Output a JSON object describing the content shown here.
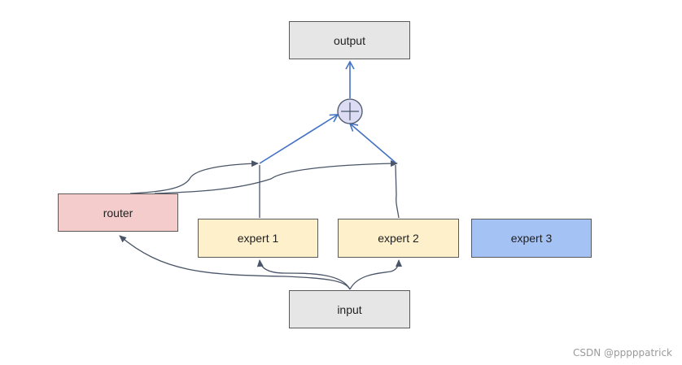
{
  "nodes": {
    "output": "output",
    "router": "router",
    "expert1": "expert 1",
    "expert2": "expert 2",
    "expert3": "expert 3",
    "input": "input"
  },
  "watermark": "CSDN @pppppatrick",
  "colors": {
    "output_fill": "#e6e6e6",
    "input_fill": "#e6e6e6",
    "router_fill": "#f4cccc",
    "expert_fill": "#fff0cc",
    "expert3_fill": "#a4c2f4",
    "gray_arrow": "#4a5568",
    "blue_arrow": "#4472c4",
    "sum_node_fill": "#dcdcf5"
  },
  "icons": {
    "sum_node": "circle-plus-icon"
  }
}
